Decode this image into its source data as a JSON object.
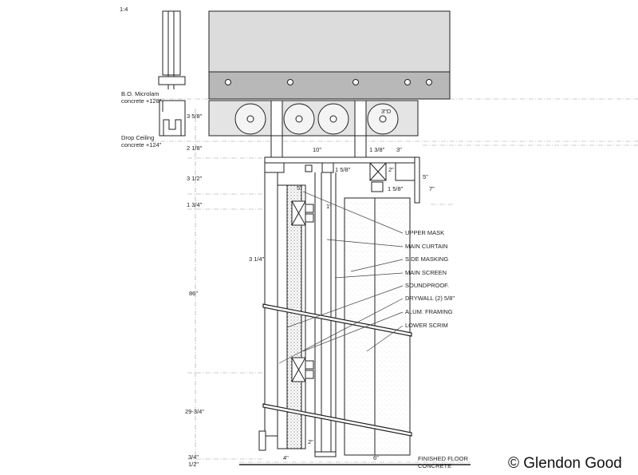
{
  "scale": "1:4",
  "elevations": {
    "microlam_line1": "B.O. Microlam",
    "microlam_line2": "concrete +128\"",
    "ceiling_line1": "Drop Ceiling",
    "ceiling_line2": "concrete +124\""
  },
  "left_dims": [
    "3 5/8\"",
    "2 1/8\"",
    "3 1/2\"",
    "1 3/4\"",
    "86\"",
    "29-3/4\"",
    "3/4\"",
    "1/2\""
  ],
  "detail_dims": {
    "width_10": "10\"",
    "width_1_3_8": "1 3/8\"",
    "width_3": "3\"",
    "h_1_5_8_a": "1 5/8\"",
    "h_2": "2\"",
    "h_1_5_8_b": "1 5/8\"",
    "h_5_right": "5\"",
    "h_7": "7\"",
    "h_5_inner": "5\"",
    "h_1": "1\"",
    "h_3_1_4": "3 1/4\"",
    "h_2_bottom": "2\"",
    "w_4": "4\"",
    "w_6": "6\"",
    "pipe": "3\"D"
  },
  "callouts": [
    "UPPER MASK",
    "MAIN CURTAIN",
    "SIDE MASKING",
    "MAIN SCREEN",
    "SOUNDPROOF.",
    "DRYWALL (2) 5/8\"",
    "ALUM. FRAMING",
    "LOWER SCRIM"
  ],
  "floor": {
    "line1": "FINISHED FLOOR",
    "line2": "CONCRETE"
  },
  "copyright": "© Glendon Good",
  "colors": {
    "line": "#222222",
    "beam": "#dcdcdc",
    "beam_band": "#b8b8b8",
    "hatch": "#888888"
  }
}
